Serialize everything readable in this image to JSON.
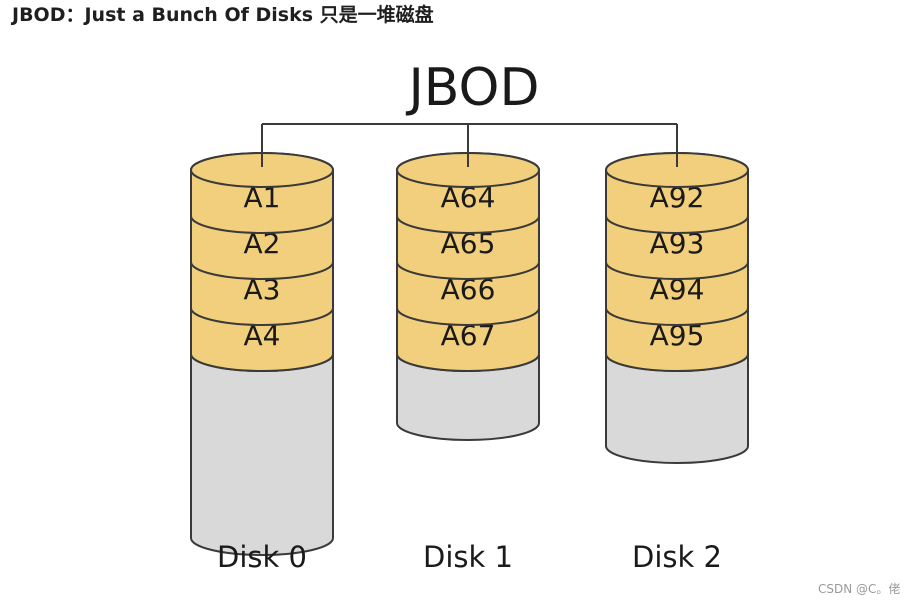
{
  "page": {
    "heading": "JBOD：Just a Bunch Of Disks 只是一堆磁盘",
    "watermark": "CSDN @C。佬"
  },
  "diagram": {
    "title": "JBOD",
    "colors": {
      "used": "#f2cf7c",
      "free": "#d9d9d9",
      "outline": "#3a3a3a"
    },
    "disks": [
      {
        "name": "Disk 0",
        "blocks": [
          "A1",
          "A2",
          "A3",
          "A4"
        ],
        "free_levels": 4
      },
      {
        "name": "Disk 1",
        "blocks": [
          "A64",
          "A65",
          "A66",
          "A67"
        ],
        "free_levels": 1.5
      },
      {
        "name": "Disk 2",
        "blocks": [
          "A92",
          "A93",
          "A94",
          "A95"
        ],
        "free_levels": 2
      }
    ]
  }
}
